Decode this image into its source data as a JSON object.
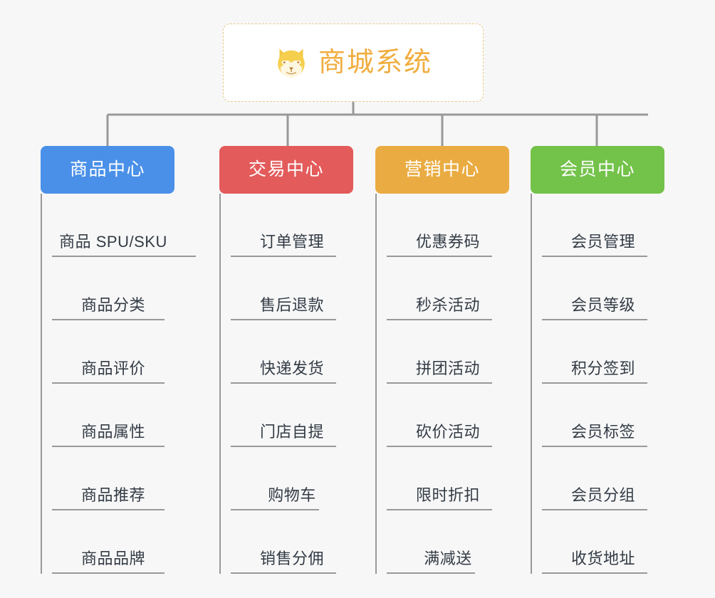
{
  "page": {
    "background_color": "#f7f7f7",
    "line_color": "#999999",
    "leaf_text_color": "#333b45"
  },
  "root": {
    "title": "商城系统",
    "icon": "shiba-dog-face-icon",
    "text_color": "#f0ad3e",
    "border_color": "#e8c98a",
    "background_color": "#ffffff"
  },
  "columns": [
    {
      "id": "product-center",
      "header": "商品中心",
      "color": "#4a90e8",
      "items": [
        {
          "label": "商品 SPU/SKU",
          "narrow": false
        },
        {
          "label": "商品分类",
          "narrow": true
        },
        {
          "label": "商品评价",
          "narrow": true
        },
        {
          "label": "商品属性",
          "narrow": true
        },
        {
          "label": "商品推荐",
          "narrow": true
        },
        {
          "label": "商品品牌",
          "narrow": true
        }
      ]
    },
    {
      "id": "trade-center",
      "header": "交易中心",
      "color": "#e35b5b",
      "items": [
        {
          "label": "订单管理",
          "narrow": false
        },
        {
          "label": "售后退款",
          "narrow": false
        },
        {
          "label": "快递发货",
          "narrow": false
        },
        {
          "label": "门店自提",
          "narrow": false
        },
        {
          "label": "购物车",
          "narrow": true
        },
        {
          "label": "销售分佣",
          "narrow": false
        }
      ]
    },
    {
      "id": "marketing-center",
      "header": "营销中心",
      "color": "#eaac42",
      "items": [
        {
          "label": "优惠券码",
          "narrow": false
        },
        {
          "label": "秒杀活动",
          "narrow": false
        },
        {
          "label": "拼团活动",
          "narrow": false
        },
        {
          "label": "砍价活动",
          "narrow": false
        },
        {
          "label": "限时折扣",
          "narrow": false
        },
        {
          "label": "满减送",
          "narrow": true
        }
      ]
    },
    {
      "id": "member-center",
      "header": "会员中心",
      "color": "#73c24a",
      "items": [
        {
          "label": "会员管理",
          "narrow": false
        },
        {
          "label": "会员等级",
          "narrow": false
        },
        {
          "label": "积分签到",
          "narrow": false
        },
        {
          "label": "会员标签",
          "narrow": false
        },
        {
          "label": "会员分组",
          "narrow": false
        },
        {
          "label": "收货地址",
          "narrow": false
        }
      ]
    }
  ]
}
